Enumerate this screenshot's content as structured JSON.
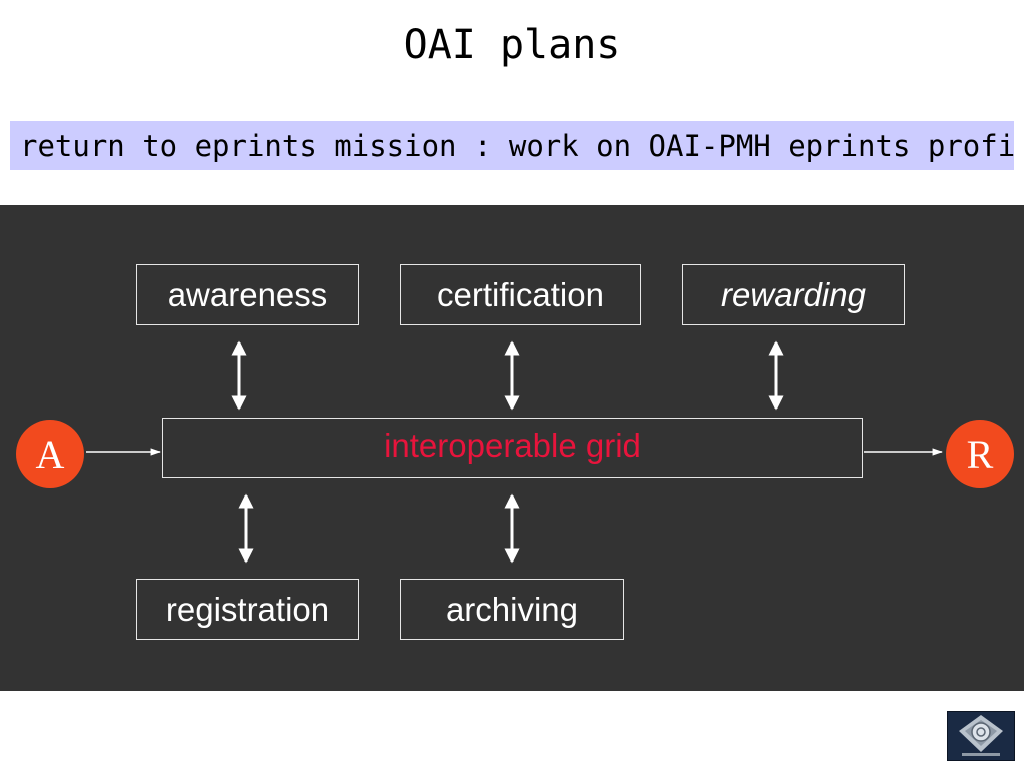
{
  "slide": {
    "title": "OAI plans",
    "subtitle": "return to eprints mission : work on OAI-PMH eprints profile"
  },
  "diagram": {
    "boxes": {
      "awareness": "awareness",
      "certification": "certification",
      "rewarding": "rewarding",
      "grid": "interoperable grid",
      "registration": "registration",
      "archiving": "archiving"
    },
    "nodes": {
      "left": "A",
      "right": "R"
    },
    "colors": {
      "panel_background": "#333333",
      "box_border": "#e6e6e6",
      "grid_text": "#e8143c",
      "node_fill": "#f24a1e",
      "banner_background": "#ccccff"
    }
  },
  "logo": {
    "icon": "open-archives-logo"
  }
}
